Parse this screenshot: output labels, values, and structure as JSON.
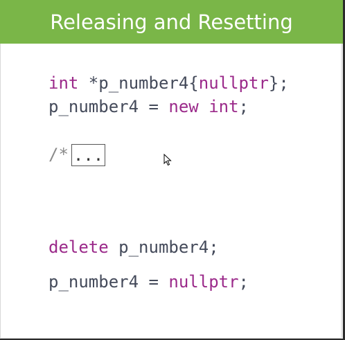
{
  "slide": {
    "title": "Releasing and Resetting",
    "code": {
      "line1": {
        "kw": "int",
        "rest_a": " *p_number4{",
        "kw2": "nullptr",
        "rest_b": "};"
      },
      "line2": {
        "rest_a": "p_number4 = ",
        "kw": "new int",
        "rest_b": ";"
      },
      "line3": {
        "comment": "/*",
        "ellipsis": "..."
      },
      "line4": {
        "kw": "delete",
        "rest": " p_number4;"
      },
      "line5": {
        "rest_a": "p_number4 = ",
        "kw": "nullptr",
        "rest_b": ";"
      }
    },
    "colors": {
      "header_green": "#7ab648",
      "keyword_purple": "#9b2a8a",
      "code_text": "#444a5a",
      "comment_gray": "#8a8a8a"
    }
  }
}
